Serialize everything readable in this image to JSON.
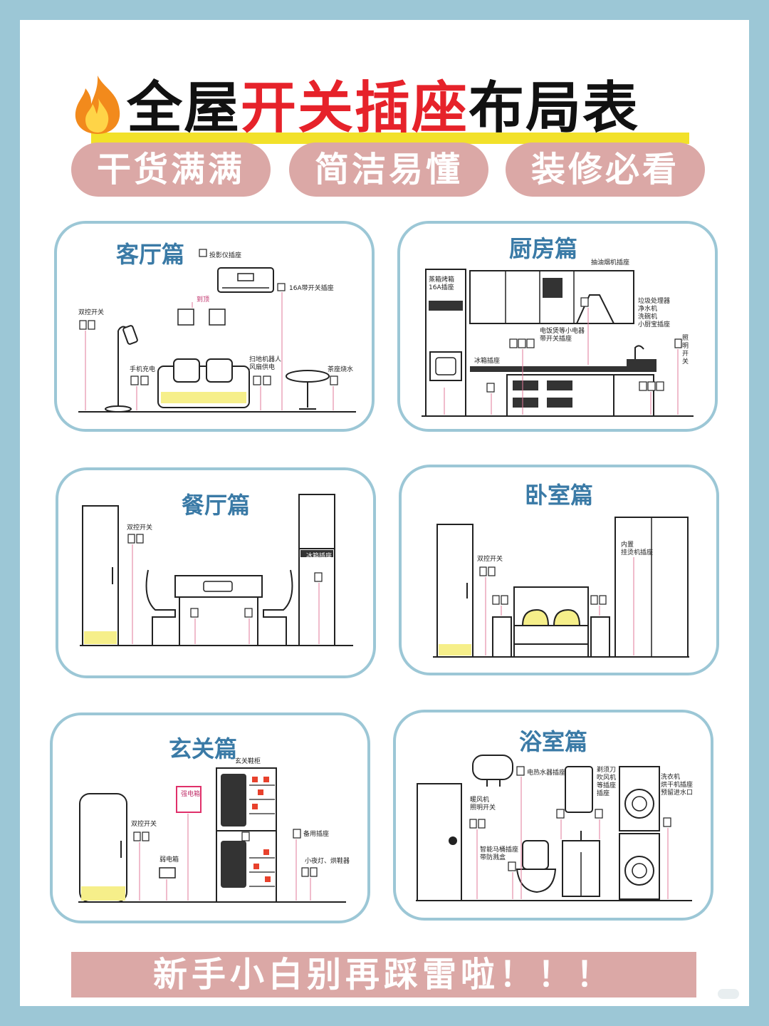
{
  "header": {
    "title_a": "全屋",
    "title_b": "开关插座",
    "title_c": "布局表"
  },
  "tags": [
    "干货满满",
    "简洁易懂",
    "装修必看"
  ],
  "cards": {
    "living": {
      "title": "客厅篇",
      "labels": {
        "projector": "投影仪插座",
        "ac": "16A带开关插座",
        "ceiling": "到顶",
        "dual": "双控开关",
        "phone": "手机充电",
        "robot": "扫地机器人\n风扇供电",
        "water": "茶座烧水"
      }
    },
    "kitchen": {
      "title": "厨房篇",
      "labels": {
        "oven": "蒸箱烤箱\n16A插座",
        "hood": "抽油烟机插座",
        "disposal": "垃圾处理器\n净水机\n洗碗机\n小厨宝插座",
        "rice": "电饭煲等小电器\n带开关插座",
        "fridge": "冰箱插座",
        "switch": "照明开关"
      }
    },
    "dining": {
      "title": "餐厅篇",
      "labels": {
        "dual": "双控开关",
        "fridge": "冰箱插座"
      }
    },
    "bedroom": {
      "title": "卧室篇",
      "labels": {
        "dual": "双控开关",
        "iron": "内置\n挂烫机插座"
      }
    },
    "entry": {
      "title": "玄关篇",
      "labels": {
        "panel": "强电箱",
        "shoes": "玄关鞋柜",
        "dual": "双控开关",
        "weak": "弱电箱",
        "spare": "备用插座",
        "lamp": "小夜灯、烘鞋器"
      }
    },
    "bath": {
      "title": "浴室篇",
      "labels": {
        "heater": "电热水器插座",
        "razor": "剃须刀\n吹风机\n等插座\n插座",
        "fan": "暖风机\n照明开关",
        "toilet": "智能马桶插座\n带防溅盒",
        "washer": "洗衣机\n烘干机插座\n预留进水口"
      }
    }
  },
  "footer": "新手小白别再踩雷啦！！！",
  "colors": {
    "frame": "#9cc7d6",
    "tag": "#dba8a6",
    "title_red": "#e6222a",
    "card_title": "#3a7aa6",
    "highlight": "#f2e12a"
  }
}
